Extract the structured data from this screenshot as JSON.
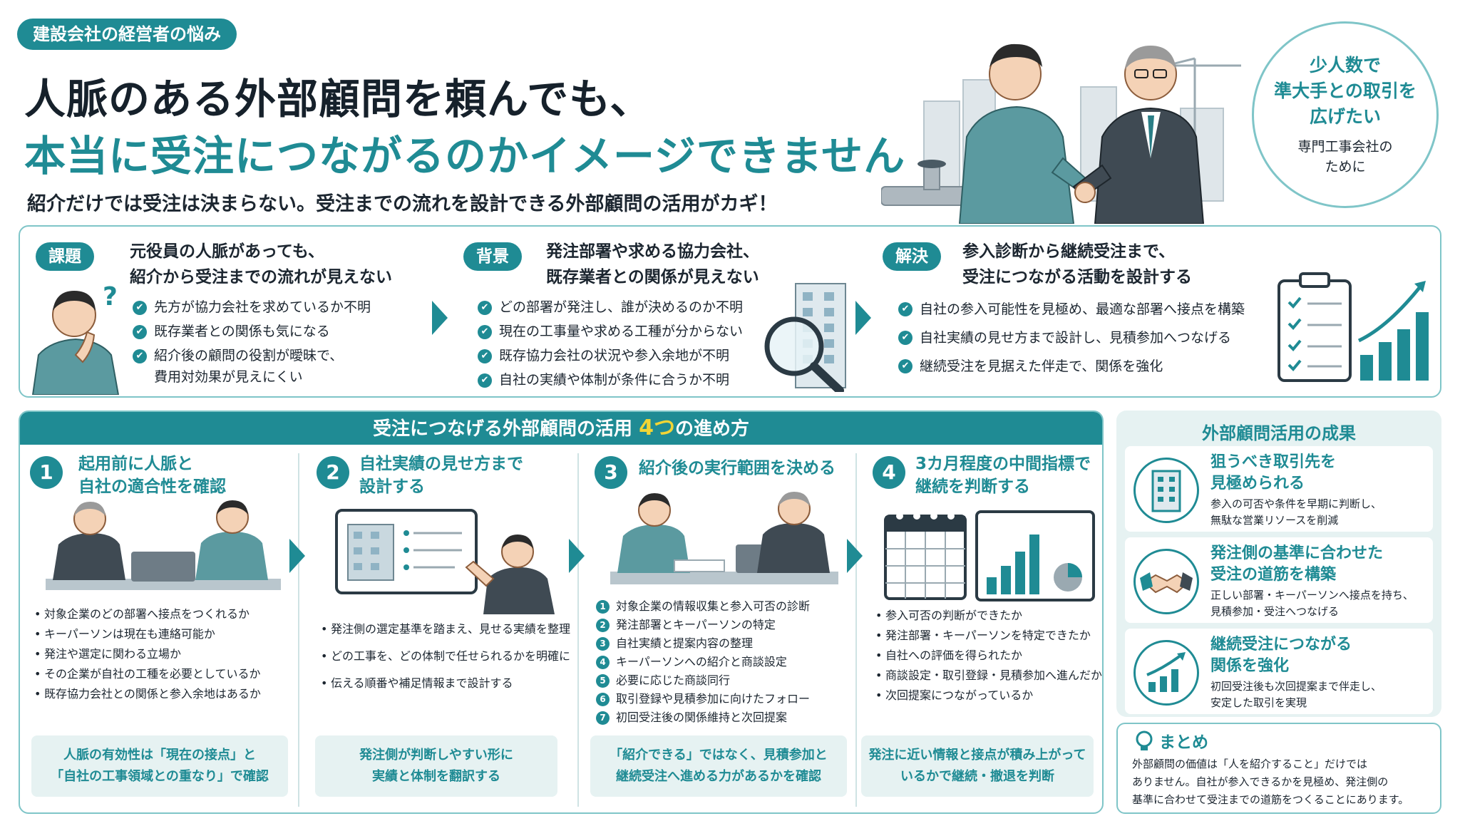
{
  "header": {
    "tag": "建設会社の経営者の悩み",
    "title_line1": "人脈のある外部顧問を頼んでも、",
    "title_line2": "本当に受注につながるのかイメージできません",
    "subtitle": "紹介だけでは受注は決まらない。受注までの流れを設計できる外部顧問の活用がカギ！"
  },
  "circle": {
    "line1": "少人数で",
    "line2": "準大手との取引を",
    "line3": "広げたい",
    "sub1": "専門工事会社の",
    "sub2": "ために"
  },
  "problem": {
    "tag": "課題",
    "title1": "元役員の人脈があっても、",
    "title2": "紹介から受注までの流れが見えない",
    "items": [
      "先方が協力会社を求めているか不明",
      "既存業者との関係も気になる",
      "紹介後の顧問の役割が曖昧で、"
    ],
    "item3_cont": "費用対効果が見えにくい"
  },
  "background": {
    "tag": "背景",
    "title1": "発注部署や求める協力会社、",
    "title2": "既存業者との関係が見えない",
    "items": [
      "どの部署が発注し、誰が決めるのか不明",
      "現在の工事量や求める工種が分からない",
      "既存協力会社の状況や参入余地が不明",
      "自社の実績や体制が条件に合うか不明"
    ]
  },
  "solution": {
    "tag": "解決",
    "title1": "参入診断から継続受注まで、",
    "title2": "受注につながる活動を設計する",
    "items": [
      "自社の参入可能性を見極め、最適な部署へ接点を構築",
      "自社実績の見せ方まで設計し、見積参加へつなげる",
      "継続受注を見据えた伴走で、関係を強化"
    ]
  },
  "main": {
    "head_pre": "受注につなげる外部顧問の活用",
    "head_num": "4つ",
    "head_post": "の進め方",
    "steps": [
      {
        "num": "1",
        "title1": "起用前に人脈と",
        "title2": "自社の適合性を確認",
        "items": [
          "対象企業のどの部署へ接点をつくれるか",
          "キーパーソンは現在も連絡可能か",
          "発注や選定に関わる立場か",
          "その企業が自社の工種を必要としているか",
          "既存協力会社との関係と参入余地はあるか"
        ],
        "note1": "人脈の有効性は「現在の接点」と",
        "note2": "「自社の工事領域との重なり」で確認"
      },
      {
        "num": "2",
        "title1": "自社実績の見せ方まで",
        "title2": "設計する",
        "items": [
          "発注側の選定基準を踏まえ、見せる実績を整理",
          "どの工事を、どの体制で任せられるかを明確に",
          "伝える順番や補足情報まで設計する"
        ],
        "note1": "発注側が判断しやすい形に",
        "note2": "実績と体制を翻訳する"
      },
      {
        "num": "3",
        "title1": "紹介後の実行範囲を決める",
        "title2": "",
        "items": [
          "対象企業の情報収集と参入可否の診断",
          "発注部署とキーパーソンの特定",
          "自社実績と提案内容の整理",
          "キーパーソンへの紹介と商談設定",
          "必要に応じた商談同行",
          "取引登録や見積参加に向けたフォロー",
          "初回受注後の関係維持と次回提案"
        ],
        "note1": "「紹介できる」ではなく、見積参加と",
        "note2": "継続受注へ進める力があるかを確認"
      },
      {
        "num": "4",
        "title1": "3カ月程度の中間指標で",
        "title2": "継続を判断する",
        "items": [
          "参入可否の判断ができたか",
          "発注部署・キーパーソンを特定できたか",
          "自社への評価を得られたか",
          "商談設定・取引登録・見積参加へ進んだか",
          "次回提案につながっているか"
        ],
        "note1": "発注に近い情報と接点が積み上がって",
        "note2": "いるかで継続・撤退を判断"
      }
    ]
  },
  "results": {
    "title": "外部顧問活用の成果",
    "cards": [
      {
        "title1": "狙うべき取引先を",
        "title2": "見極められる",
        "desc1": "参入の可否や条件を早期に判断し、",
        "desc2": "無駄な営業リソースを削減"
      },
      {
        "title1": "発注側の基準に合わせた",
        "title2": "受注の道筋を構築",
        "desc1": "正しい部署・キーパーソンへ接点を持ち、",
        "desc2": "見積参加・受注へつなげる"
      },
      {
        "title1": "継続受注につながる",
        "title2": "関係を強化",
        "desc1": "初回受注後も次回提案まで伴走し、",
        "desc2": "安定した取引を実現"
      }
    ]
  },
  "summary": {
    "title": "まとめ",
    "line1": "外部顧問の価値は「人を紹介すること」だけでは",
    "line2": "ありません。自社が参入できるかを見極め、発注側の",
    "line3": "基準に合わせて受注までの道筋をつくることにあります。"
  },
  "colors": {
    "accent": "#1f8b94",
    "light": "#e6f2f2",
    "highlight": "#f2d535"
  }
}
